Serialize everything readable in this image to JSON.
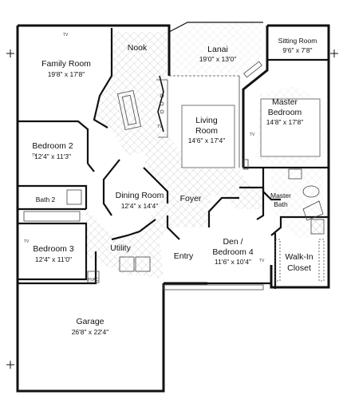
{
  "rooms": [
    {
      "id": "family",
      "name": "Family Room",
      "dim": "19'8\" x 17'8\""
    },
    {
      "id": "nook",
      "name": "Nook",
      "dim": ""
    },
    {
      "id": "lanai",
      "name": "Lanai",
      "dim": "19'0\" x 13'0\""
    },
    {
      "id": "sitting",
      "name": "Sitting Room",
      "dim": "9'6\" x 7'8\""
    },
    {
      "id": "master",
      "name": "Master Bedroom",
      "dim": "14'8\" x 17'8\""
    },
    {
      "id": "living",
      "name": "Living Room",
      "dim": "14'6\" x 17'4\""
    },
    {
      "id": "bed2",
      "name": "Bedroom 2",
      "dim": "12'4\" x 11'3\""
    },
    {
      "id": "bath2",
      "name": "Bath 2",
      "dim": ""
    },
    {
      "id": "dining",
      "name": "Dining Room",
      "dim": "12'4\" x 14'4\""
    },
    {
      "id": "foyer",
      "name": "Foyer",
      "dim": ""
    },
    {
      "id": "masterbath",
      "name": "Master Bath",
      "dim": ""
    },
    {
      "id": "bed3",
      "name": "Bedroom 3",
      "dim": "12'4\" x 11'0\""
    },
    {
      "id": "utility",
      "name": "Utility",
      "dim": ""
    },
    {
      "id": "entry",
      "name": "Entry",
      "dim": ""
    },
    {
      "id": "den",
      "name": "Den / Bedroom 4",
      "dim": "11'6\" x 10'4\""
    },
    {
      "id": "closet",
      "name": "Walk-In Closet",
      "dim": ""
    },
    {
      "id": "garage",
      "name": "Garage",
      "dim": "26'8\" x 22'4\""
    }
  ],
  "tv_label": "TV",
  "hvac_label": "HVAC",
  "colors": {
    "wall": "#111111",
    "tile": "#b5b5b5",
    "background": "#ffffff"
  }
}
